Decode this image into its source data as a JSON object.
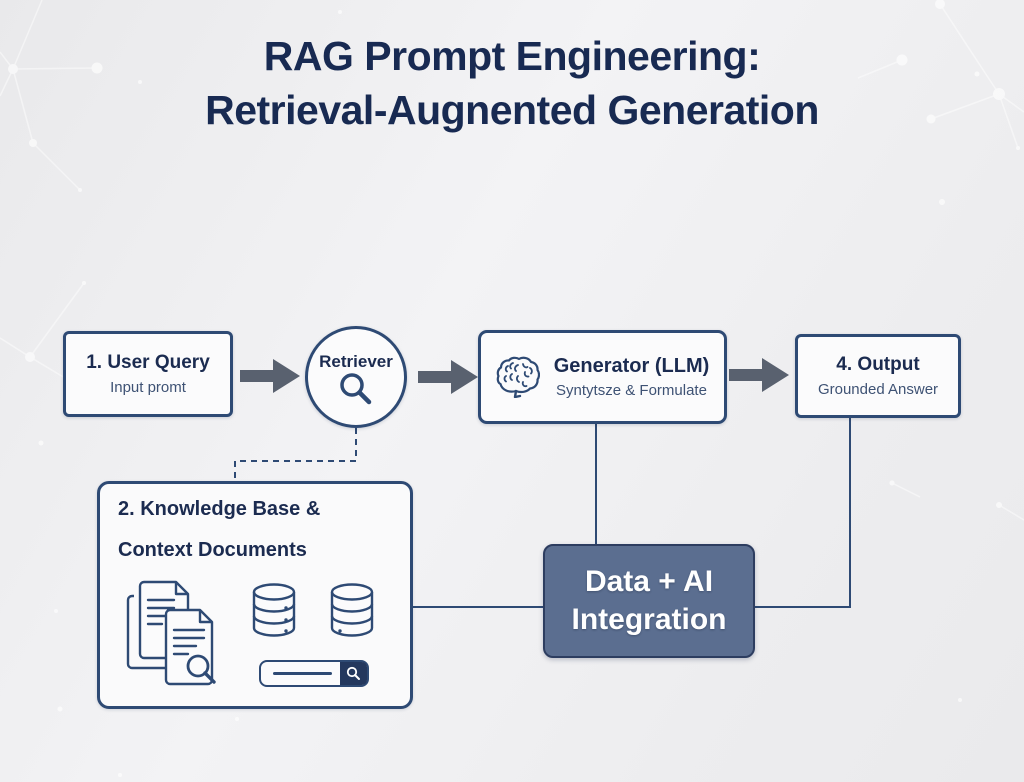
{
  "title": {
    "line1": "RAG Prompt Engineering:",
    "line2": "Retrieval-Augnented Generation"
  },
  "flow": {
    "user_query": {
      "title": "1. User Query",
      "subtitle": "Input promt"
    },
    "retriever": {
      "label": "Retriever"
    },
    "generator": {
      "title": "Generator (LLM)",
      "subtitle": "Syntytsze & Formulate"
    },
    "output": {
      "title": "4. Output",
      "subtitle": "Grounded Answer"
    }
  },
  "knowledge_base": {
    "title_line1": "2. Knowledge Base &",
    "title_line2": "Context Documents"
  },
  "integration": {
    "line1": "Data + AI",
    "line2": "Integration"
  },
  "icons": {
    "retriever": "search-icon",
    "generator": "brain-icon",
    "knowledge_documents": "documents-icon",
    "knowledge_databases": "database-icon",
    "knowledge_search_bar": "search-bar-icon",
    "flow_arrows": "block-arrow-icon"
  },
  "colors": {
    "navy_stroke": "#2e4a74",
    "title_text": "#182a52",
    "box_text": "#1b2b50",
    "subtitle_text": "#3e5274",
    "arrow_gray": "#59616f",
    "integration_bg": "#5b6e90",
    "background": "#efeff1"
  }
}
